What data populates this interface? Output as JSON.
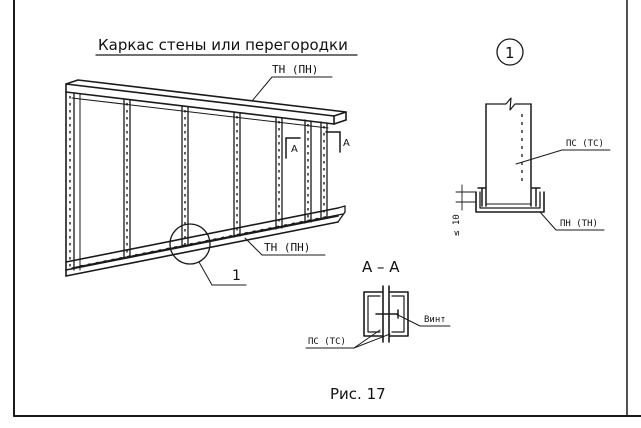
{
  "drawing": {
    "title": "Каркас стены или перегородки",
    "top_track": "ТН (ПН)",
    "bottom_track": "ТН (ПН)",
    "section_mark": "А",
    "section_title": "А  –  А",
    "detail_callout": "1",
    "detail_number": "1",
    "stud_label": "ПС (ТС)",
    "track_label": "ПН (ТН)",
    "dim_label": "≤ 10",
    "screw_label": "Винт",
    "section_stud_label": "ПС (ТС)",
    "caption": "Рис. 17"
  },
  "colors": {
    "ink": "#1a1a1a",
    "paper": "#ffffff"
  }
}
